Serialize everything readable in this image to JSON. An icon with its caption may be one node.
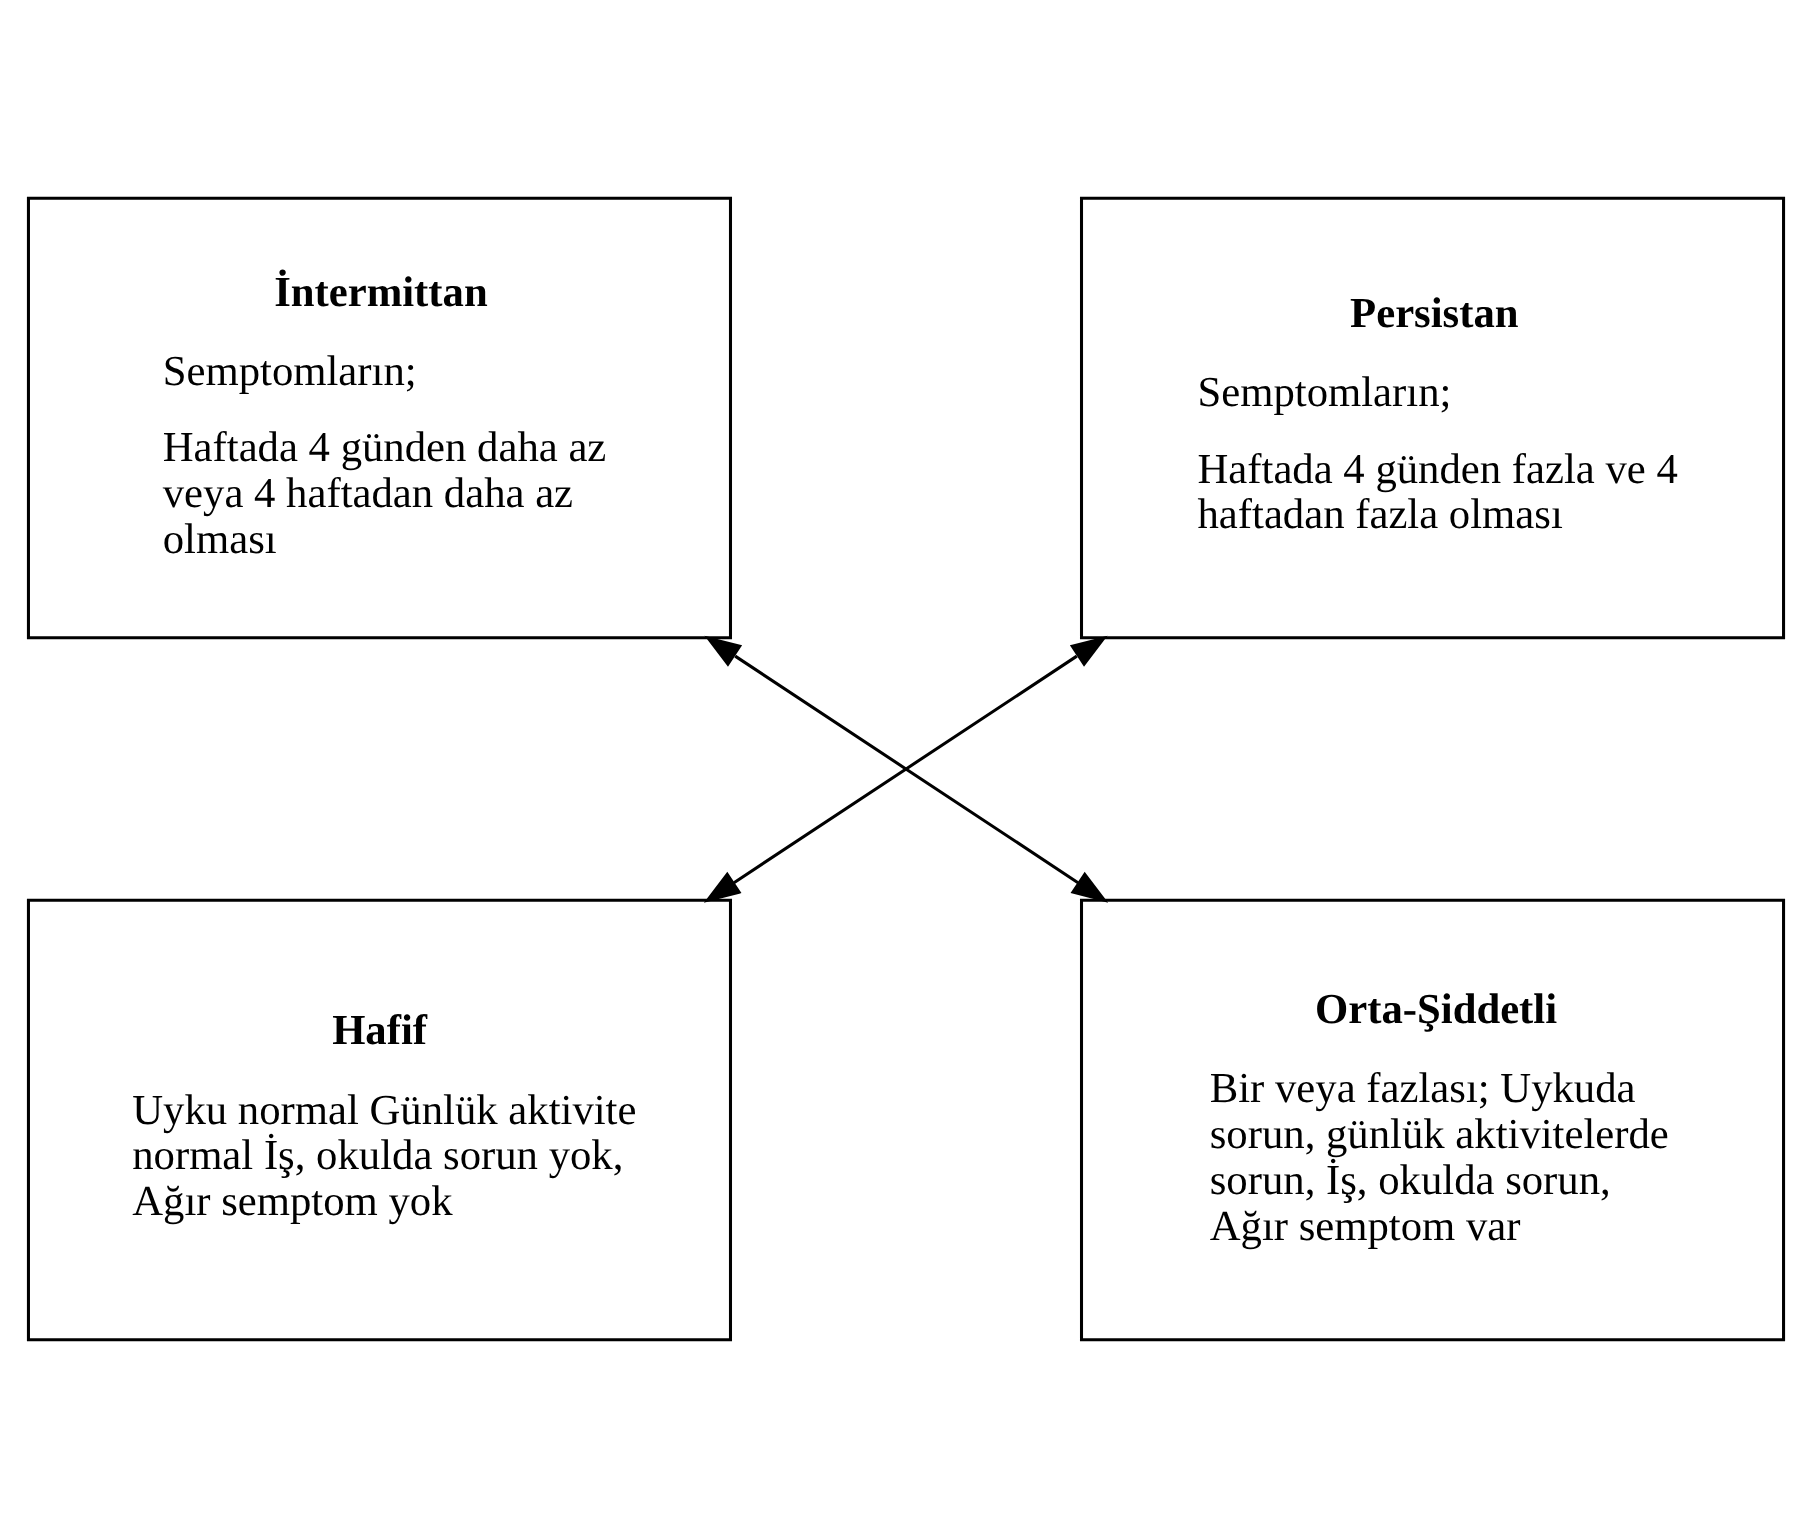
{
  "diagram": {
    "nodes": [
      {
        "text": [
          "İntermittan",
          "Semptomların;",
          "Haftada 4 günden daha az veya 4 haftadan daha az olması"
        ]
      },
      {
        "text": [
          "Persistan",
          "Semptomların;",
          "Haftada 4 günden fazla ve 4 haftadan fazla olması"
        ]
      },
      {
        "text": [
          "Hafif",
          "Uyku normal Günlük aktivite normal İş, okulda sorun yok, Ağır semptom yok"
        ]
      },
      {
        "text": [
          "Orta-Şiddetli",
          "Bir veya fazlası; Uykuda sorun, günlük aktivitelerde sorun, İş, okulda sorun, Ağır semptom var"
        ]
      }
    ],
    "edges": [
      {
        "from": 0,
        "to": 3,
        "arrow": "both"
      },
      {
        "from": 1,
        "to": 2,
        "arrow": "both"
      }
    ]
  }
}
